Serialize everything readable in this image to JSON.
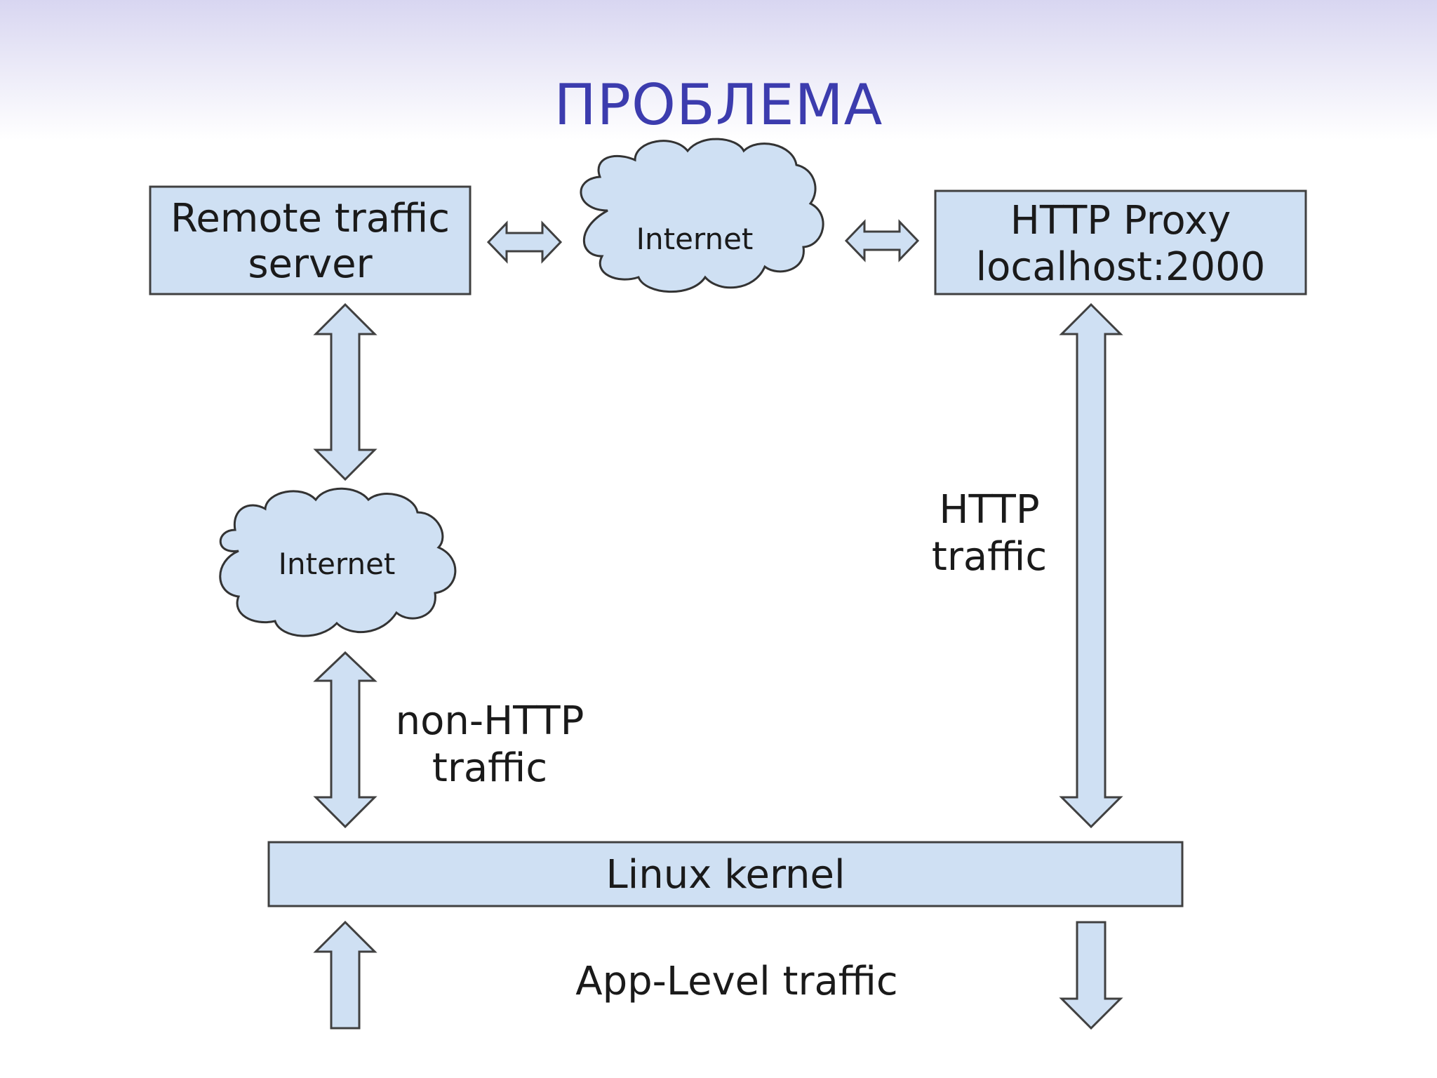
{
  "slide": {
    "title": "ПРОБЛЕМА"
  },
  "diagram": {
    "remote_server": {
      "line1": "Remote traffic",
      "line2": "server"
    },
    "http_proxy": {
      "line1": "HTTP Proxy",
      "line2": "localhost:2000"
    },
    "internet_top": "Internet",
    "internet_left": "Internet",
    "http_traffic": {
      "line1": "HTTP",
      "line2": "traffic"
    },
    "non_http_traffic": {
      "line1": "non-HTTP",
      "line2": "traffic"
    },
    "linux_kernel": "Linux kernel",
    "app_level_traffic": "App-Level traffic"
  },
  "colors": {
    "box_fill": "#cfe0f3",
    "stroke": "#404040",
    "title": "#3c3cae"
  }
}
